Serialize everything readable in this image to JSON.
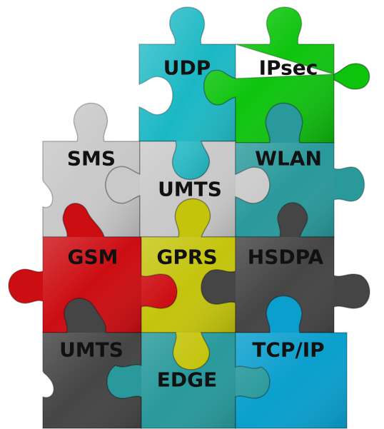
{
  "pieces": [
    {
      "label": "UDP",
      "color": "#1ab8c4"
    },
    {
      "label": "IPsec",
      "color": "#0dc40d"
    },
    {
      "label": "SMS",
      "color": "#c9c9c9"
    },
    {
      "label": "UMTS",
      "color": "#c9c9c9"
    },
    {
      "label": "WLAN",
      "color": "#29999b"
    },
    {
      "label": "GSM",
      "color": "#cc0d12"
    },
    {
      "label": "GPRS",
      "color": "#c4c40d"
    },
    {
      "label": "HSDPA",
      "color": "#454545"
    },
    {
      "label": "UMTS",
      "color": "#454545"
    },
    {
      "label": "EDGE",
      "color": "#29999b"
    },
    {
      "label": "TCP/IP",
      "color": "#0a9fcd"
    }
  ]
}
